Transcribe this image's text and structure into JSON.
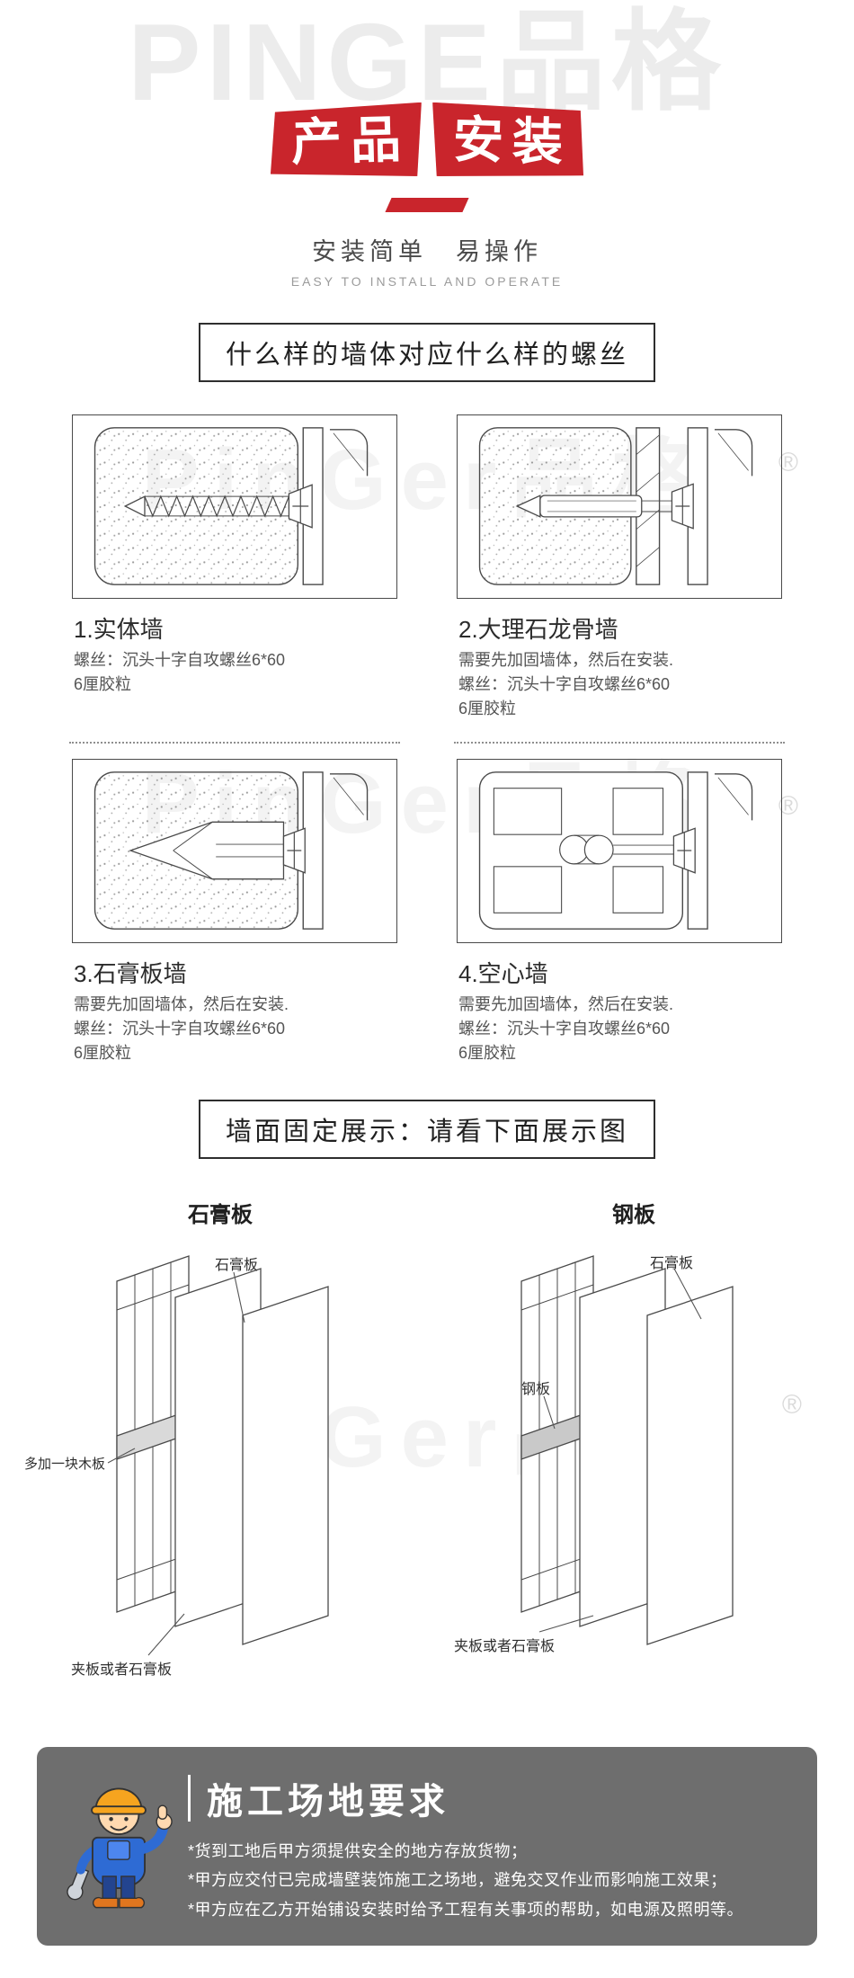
{
  "colors": {
    "accent_red": "#c9252c",
    "footer_bg": "#6e6e6e"
  },
  "watermarks": {
    "top": "PINGE品格",
    "body": "PinGer品格",
    "registered": "®"
  },
  "header": {
    "badge_left": "产品",
    "badge_right": "安装",
    "subtitle": "安装简单　易操作",
    "subtitle_en": "EASY TO INSTALL AND OPERATE"
  },
  "wall_section": {
    "title": "什么样的墙体对应什么样的螺丝",
    "panels": [
      {
        "title": "1.实体墙",
        "lines": [
          "螺丝：沉头十字自攻螺丝6*60",
          "6厘胶粒"
        ]
      },
      {
        "title": "2.大理石龙骨墙",
        "lines": [
          "需要先加固墙体，然后在安装.",
          "螺丝：沉头十字自攻螺丝6*60",
          "6厘胶粒"
        ]
      },
      {
        "title": "3.石膏板墙",
        "lines": [
          "需要先加固墙体，然后在安装.",
          "螺丝：沉头十字自攻螺丝6*60",
          "6厘胶粒"
        ]
      },
      {
        "title": "4.空心墙",
        "lines": [
          "需要先加固墙体，然后在安装.",
          "螺丝：沉头十字自攻螺丝6*60",
          "6厘胶粒"
        ]
      }
    ]
  },
  "display_section": {
    "title": "墙面固定展示：请看下面展示图",
    "left": {
      "header": "石膏板",
      "label_board": "石膏板",
      "label_extra": "多加一块木板",
      "label_bottom": "夹板或者石膏板"
    },
    "right": {
      "header": "钢板",
      "label_board": "石膏板",
      "label_extra": "钢板",
      "label_bottom": "夹板或者石膏板"
    }
  },
  "site_requirements": {
    "title": "施工场地要求",
    "items": [
      "*货到工地后甲方须提供安全的地方存放货物；",
      "*甲方应交付已完成墙壁装饰施工之场地，避免交叉作业而影响施工效果；",
      "*甲方应在乙方开始铺设安装时给予工程有关事项的帮助，如电源及照明等。"
    ]
  }
}
